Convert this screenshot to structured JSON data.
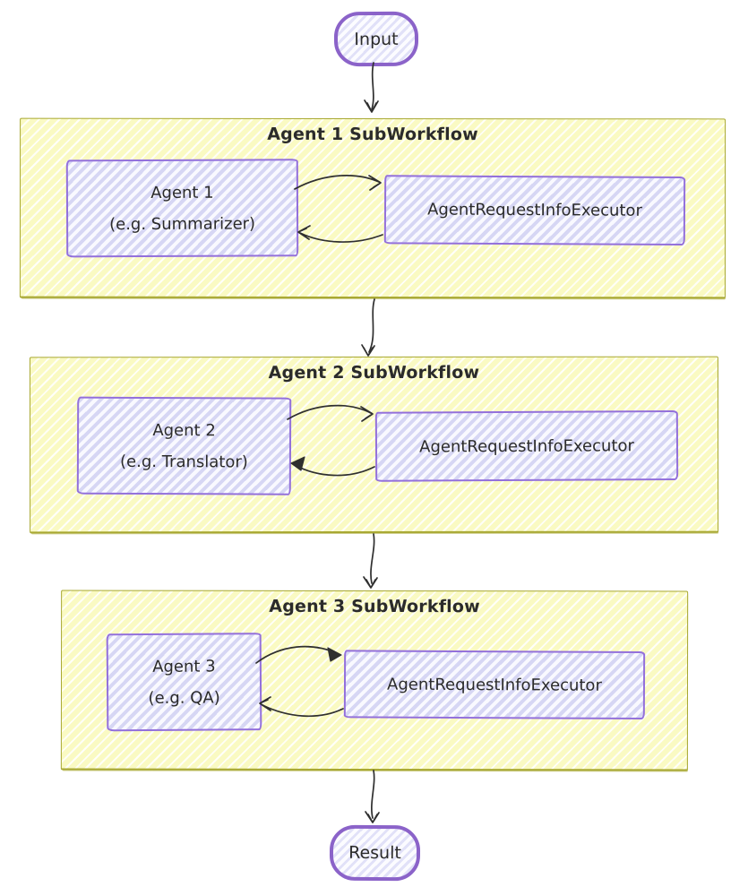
{
  "diagram": {
    "input_node": {
      "label": "Input"
    },
    "result_node": {
      "label": "Result"
    },
    "subworkflows": [
      {
        "title": "Agent 1 SubWorkflow",
        "agent_line1": "Agent 1",
        "agent_line2": "(e.g. Summarizer)",
        "executor_label": "AgentRequestInfoExecutor"
      },
      {
        "title": "Agent 2 SubWorkflow",
        "agent_line1": "Agent 2",
        "agent_line2": "(e.g. Translator)",
        "executor_label": "AgentRequestInfoExecutor"
      },
      {
        "title": "Agent 3 SubWorkflow",
        "agent_line1": "Agent 3",
        "agent_line2": "(e.g. QA)",
        "executor_label": "AgentRequestInfoExecutor"
      }
    ],
    "edges": [
      {
        "from": "input",
        "to": "subworkflow-1"
      },
      {
        "from": "subworkflow-1-agent",
        "to": "subworkflow-1-executor"
      },
      {
        "from": "subworkflow-1-executor",
        "to": "subworkflow-1-agent"
      },
      {
        "from": "subworkflow-1",
        "to": "subworkflow-2"
      },
      {
        "from": "subworkflow-2-agent",
        "to": "subworkflow-2-executor"
      },
      {
        "from": "subworkflow-2-executor",
        "to": "subworkflow-2-agent"
      },
      {
        "from": "subworkflow-2",
        "to": "subworkflow-3"
      },
      {
        "from": "subworkflow-3-agent",
        "to": "subworkflow-3-executor"
      },
      {
        "from": "subworkflow-3-executor",
        "to": "subworkflow-3-agent"
      },
      {
        "from": "subworkflow-3",
        "to": "result"
      }
    ],
    "colors": {
      "container_fill": "#fdfdcb",
      "container_stroke": "#a8a832",
      "node_fill": "#ececfb",
      "node_stroke": "#9370db",
      "terminal_stroke": "#8b63c9",
      "edge_stroke": "#2f2f2f",
      "text": "#2b2b2b"
    }
  }
}
